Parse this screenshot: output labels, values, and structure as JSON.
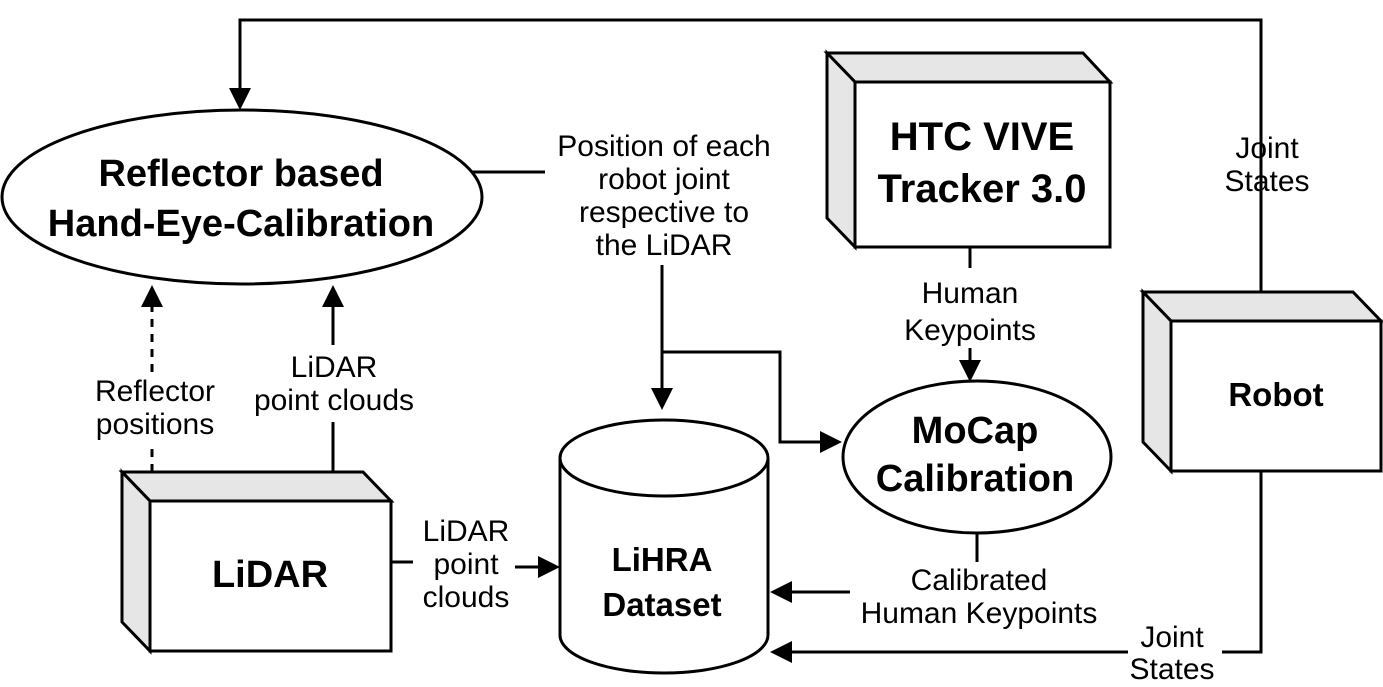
{
  "nodes": {
    "hand_eye": {
      "line1": "Reflector based",
      "line2": "Hand-Eye-Calibration"
    },
    "htc": {
      "line1": "HTC VIVE",
      "line2": "Tracker 3.0"
    },
    "robot": {
      "label": "Robot"
    },
    "mocap": {
      "line1": "MoCap",
      "line2": "Calibration"
    },
    "lihra": {
      "line1": "LiHRA",
      "line2": "Dataset"
    },
    "lidar": {
      "label": "LiDAR"
    }
  },
  "edges": {
    "joint_states_top": {
      "line1": "Joint",
      "line2": "States"
    },
    "position": {
      "line1": "Position of each",
      "line2": "robot joint",
      "line3": "respective to",
      "line4": "the LiDAR"
    },
    "human_keypoints": {
      "line1": "Human",
      "line2": "Keypoints"
    },
    "lidar_pc_up": {
      "line1": "LiDAR",
      "line2": "point clouds"
    },
    "reflector_positions": {
      "line1": "Reflector",
      "line2": "positions"
    },
    "lidar_pc_right": {
      "line1": "LiDAR",
      "line2": "point",
      "line3": "clouds"
    },
    "calibrated_keypoints": {
      "line1": "Calibrated",
      "line2": "Human Keypoints"
    },
    "joint_states_bottom": {
      "line1": "Joint",
      "line2": "States"
    }
  }
}
